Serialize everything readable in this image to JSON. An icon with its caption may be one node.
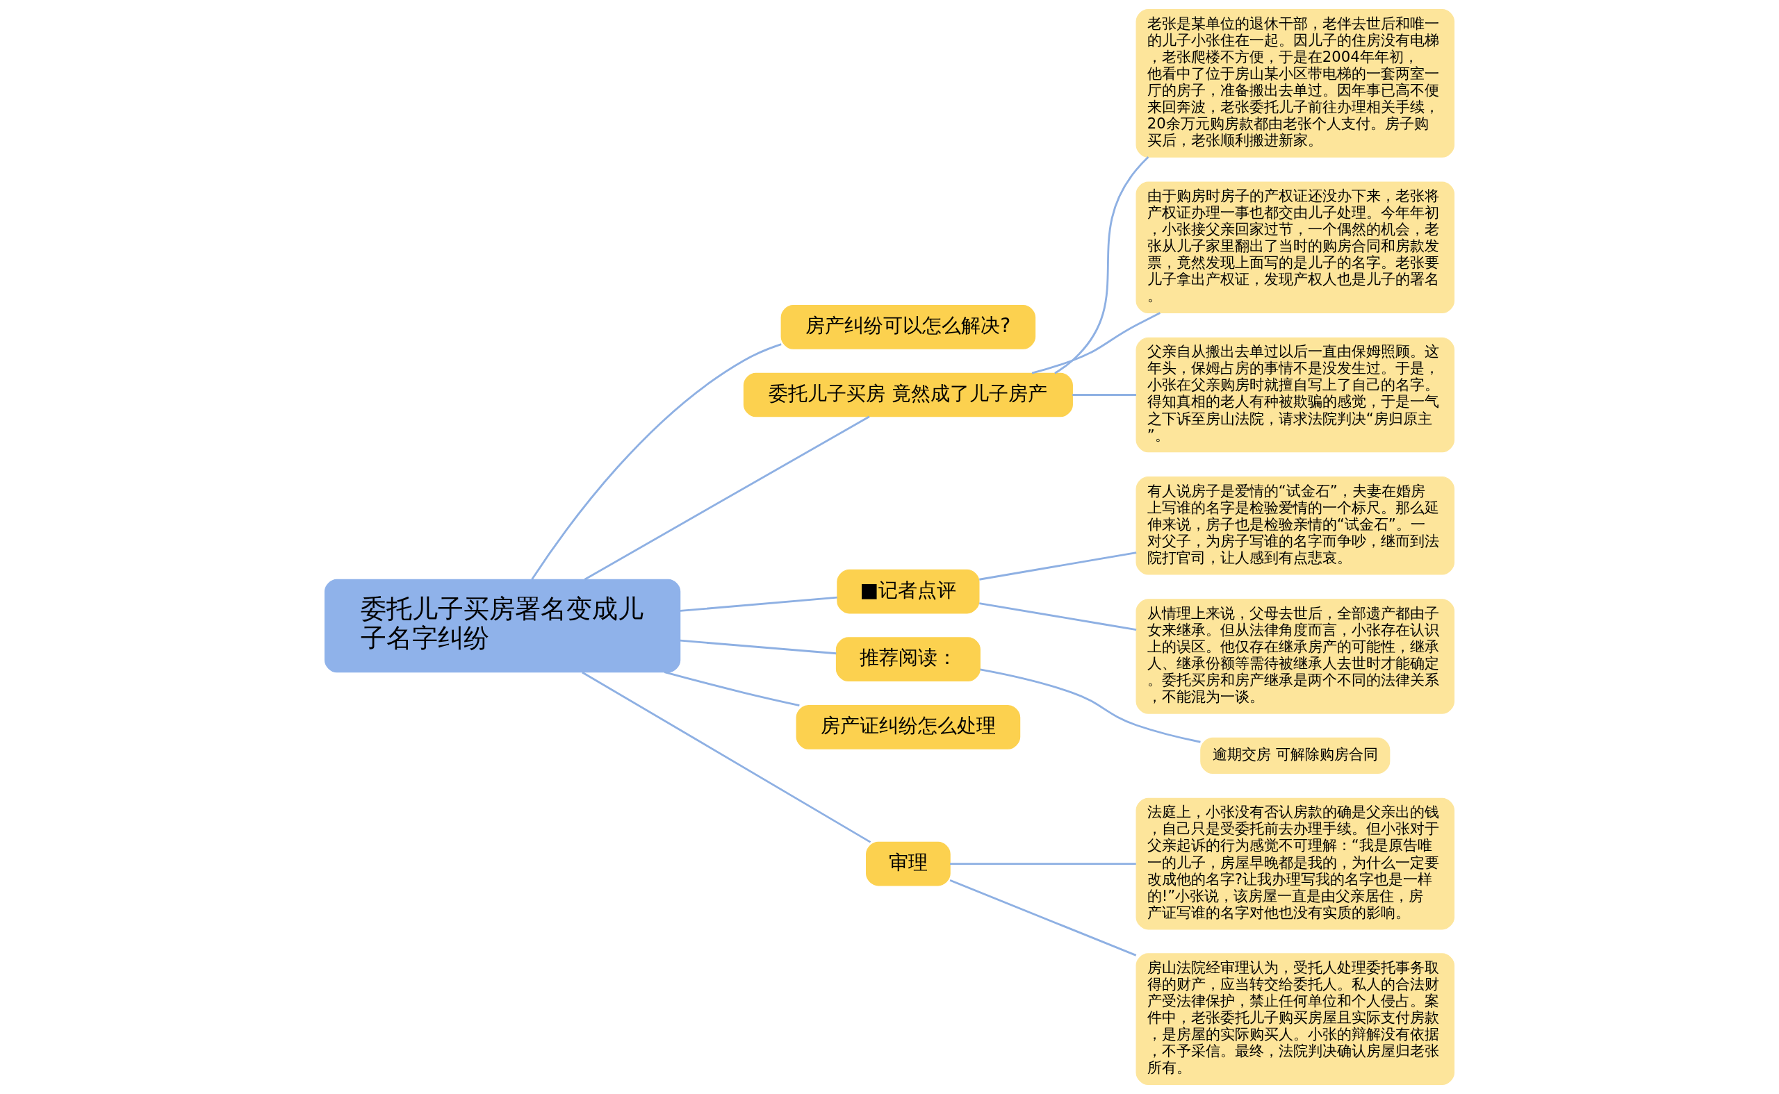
{
  "diagram": {
    "nodes": [
      {
        "text": [
          "委托儿子买房署名变成儿子名字纠纷"
        ]
      },
      {
        "text": [
          "房产纠纷可以怎么解决?"
        ]
      },
      {
        "text": [
          "委托儿子买房 竟然成了儿子房产"
        ]
      },
      {
        "text": [
          "老张是某单位的退休干部，老伴去世后和唯一的儿子小张住在一起。因儿子的住房没有电梯，老张爬楼不方便，于是在2004年年初，他看中了位于房山某小区带电梯的一套两室一厅的房子，准备搬出去单过。因年事已高不便来回奔波，老张委托儿子前往办理相关手续，20余万元购房款都由老张个人支付。房子购买后，老张顺利搬进新家。"
        ]
      },
      {
        "text": [
          "由于购房时房子的产权证还没办下来，老张将产权证办理一事也都交由儿子处理。今年年初，小张接父亲回家过节，一个偶然的机会，老张从儿子家里翻出了当时的购房合同和房款发票，竟然发现上面写的是儿子的名字。老张要儿子拿出产权证，发现产权人也是儿子的署名。"
        ]
      },
      {
        "text": [
          "父亲自从搬出去单过以后一直由保姆照顾。这年头，保姆占房的事情不是没发生过。于是，小张在父亲购房时就擅自写上了自己的名字。得知真相的老人有种被欺骗的感觉，于是一气之下诉至房山法院，请求法院判决“房归原主”。"
        ]
      },
      {
        "text": [
          "■记者点评"
        ]
      },
      {
        "text": [
          "有人说房子是爱情的“试金石”，夫妻在婚房上写谁的名字是检验爱情的一个标尺。那么延伸来说，房子也是检验亲情的“试金石”。一对父子，为房子写谁的名字而争吵，继而到法院打官司，让人感到有点悲哀。"
        ]
      },
      {
        "text": [
          "从情理上来说，父母去世后，全部遗产都由子女来继承。但从法律角度而言，小张存在认识上的误区。他仅存在继承房产的可能性，继承人、继承份额等需待被继承人去世时才能确定。委托买房和房产继承是两个不同的法律关系，不能混为一谈。"
        ]
      },
      {
        "text": [
          "推荐阅读："
        ]
      },
      {
        "text": [
          "逾期交房 可解除购房合同"
        ]
      },
      {
        "text": [
          "房产证纠纷怎么处理"
        ]
      },
      {
        "text": [
          "审理"
        ]
      },
      {
        "text": [
          "法庭上，小张没有否认房款的确是父亲出的钱，自己只是受委托前去办理手续。但小张对于父亲起诉的行为感觉不可理解：“我是原告唯一的儿子，房屋早晚都是我的，为什么一定要改成他的名字?让我办理写我的名字也是一样的!”小张说，该房屋一直是由父亲居住，房产证写谁的名字对他也没有实质的影响。"
        ]
      },
      {
        "text": [
          "房山法院经审理认为，受托人处理委托事务取得的财产，应当转交给委托人。私人的合法财产受法律保护，禁止任何单位和个人侵占。案件中，老张委托儿子购买房屋且实际支付房款，是房屋的实际购买人。小张的辩解没有依据，不予采信。最终，法院判决确认房屋归老张所有。"
        ]
      }
    ],
    "edges": [
      {
        "from": 0,
        "to": 1,
        "arrow": "none"
      },
      {
        "from": 0,
        "to": 2,
        "arrow": "none"
      },
      {
        "from": 2,
        "to": 3,
        "arrow": "none"
      },
      {
        "from": 2,
        "to": 4,
        "arrow": "none"
      },
      {
        "from": 2,
        "to": 5,
        "arrow": "none"
      },
      {
        "from": 0,
        "to": 6,
        "arrow": "none"
      },
      {
        "from": 6,
        "to": 7,
        "arrow": "none"
      },
      {
        "from": 6,
        "to": 8,
        "arrow": "none"
      },
      {
        "from": 0,
        "to": 9,
        "arrow": "none"
      },
      {
        "from": 9,
        "to": 10,
        "arrow": "none"
      },
      {
        "from": 0,
        "to": 11,
        "arrow": "none"
      },
      {
        "from": 0,
        "to": 12,
        "arrow": "none"
      },
      {
        "from": 12,
        "to": 13,
        "arrow": "none"
      },
      {
        "from": 12,
        "to": 14,
        "arrow": "none"
      }
    ]
  }
}
